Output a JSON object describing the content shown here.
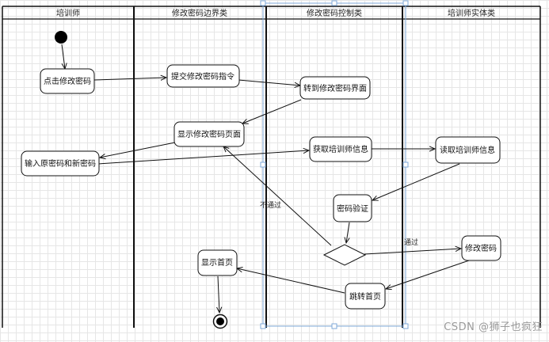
{
  "lanes": [
    {
      "id": "trainer",
      "label": "培训师"
    },
    {
      "id": "boundary",
      "label": "修改密码边界类"
    },
    {
      "id": "control",
      "label": "修改密码控制类"
    },
    {
      "id": "entity",
      "label": "培训师实体类"
    }
  ],
  "nodes": {
    "click_change": {
      "label": "点击修改密码"
    },
    "submit_cmd": {
      "label": "提交修改密码指令"
    },
    "goto_page": {
      "label": "转到修改密码界面"
    },
    "show_page": {
      "label": "显示修改密码页面"
    },
    "input_pwd": {
      "label": "输入原密码和新密码"
    },
    "get_info": {
      "label": "获取培训师信息"
    },
    "read_info": {
      "label": "读取培训师信息"
    },
    "verify": {
      "label": "密码验证"
    },
    "change_pwd": {
      "label": "修改密码"
    },
    "show_home": {
      "label": "显示首页"
    },
    "jump_home": {
      "label": "跳转首页"
    }
  },
  "guards": {
    "fail": "不通过",
    "pass": "通过"
  },
  "watermark": "CSDN @狮子也疯狂"
}
